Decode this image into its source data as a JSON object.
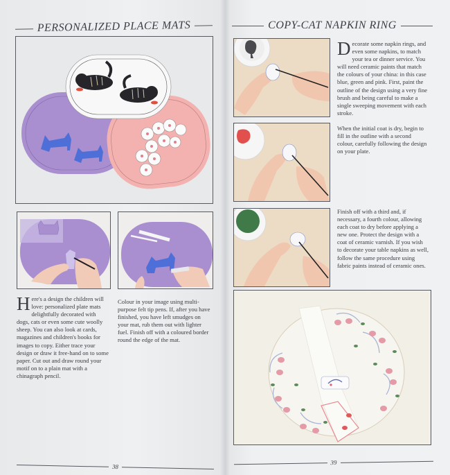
{
  "left_page": {
    "title": "PERSONALIZED PLACE MATS",
    "page_number": "38",
    "figures": {
      "hero": "place-mats-photo",
      "step1": "tracing-design-photo",
      "step2": "colouring-design-photo"
    },
    "intro": {
      "dropcap": "H",
      "text": "ere's a design the children will love: personalized plate mats delightfully decorated with dogs, cats or even some cute woolly sheep. You can also look at cards, magazines and children's books for images to copy. Either trace your design or draw it free-hand on to some paper. Cut out and draw round your motif on to a plain mat with a chinagraph pencil."
    },
    "step2_text": "Colour in your image using multi-purpose felt tip pens. If, after you have finished, you have left smudges on your mat, rub them out with lighter fuel. Finish off with a coloured border round the edge of the mat."
  },
  "right_page": {
    "title": "COPY-CAT NAPKIN RING",
    "page_number": "39",
    "steps": [
      {
        "dropcap": "D",
        "text": "ecorate some napkin rings, and even some napkins, to match your tea or dinner service. You will need ceramic paints that match the colours of your china: in this case blue, green and pink. First, paint the outline of the design using a very fine brush and being careful to make a single sweeping movement with each stroke.",
        "paint_color": "#4a4a4e"
      },
      {
        "dropcap": "",
        "text": "When the initial coat is dry, begin to fill in the outline with a second colour, carefully following the design on your plate.",
        "paint_color": "#e2504e"
      },
      {
        "dropcap": "",
        "text": "Finish off with a third and, if necessary, a fourth colour, allowing each coat to dry before applying a new one. Protect the design with a coat of ceramic varnish. If you wish to decorate your table napkins as well, follow the same procedure using fabric paints instead of ceramic ones.",
        "paint_color": "#3f7a48"
      }
    ],
    "final_figure": "finished-plate-and-napkin-photo"
  },
  "colors": {
    "lavender_mat": "#a98fd0",
    "pink_mat": "#f3b2b0",
    "scottie_blue": "#4f6fd8",
    "rule": "#55585e"
  }
}
